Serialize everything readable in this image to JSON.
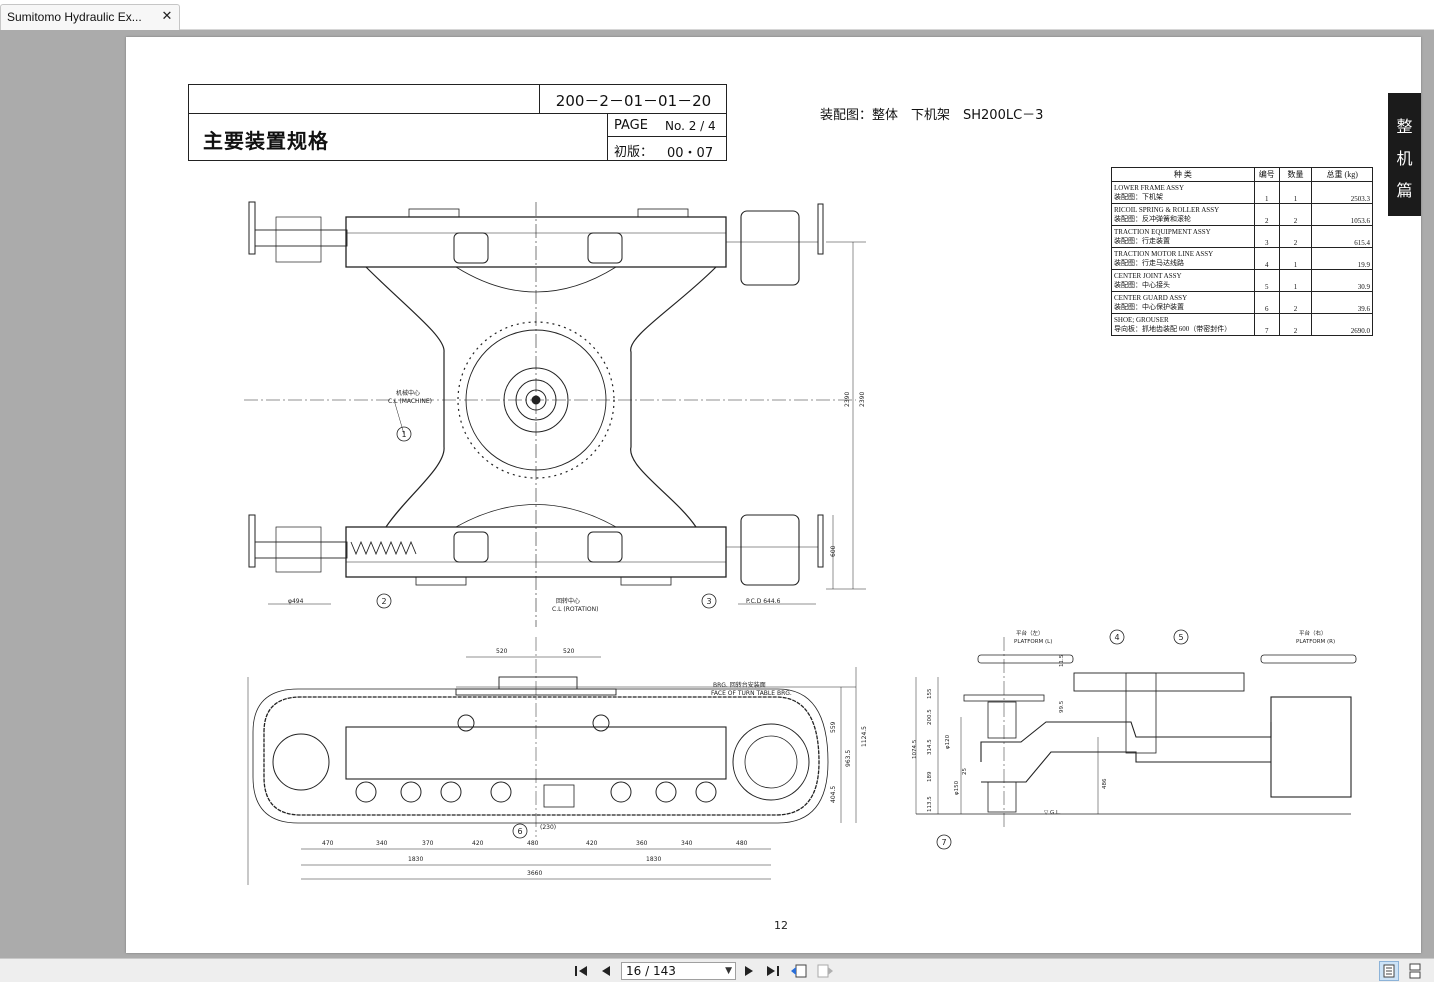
{
  "tab": {
    "title": "Sumitomo Hydraulic Ex...",
    "close_glyph": "✕"
  },
  "document": {
    "doc_number": "200－2－01－01－20",
    "title": "主要装置规格",
    "page_label": "PAGE",
    "page_no": "No.  2 / 4",
    "edition_label": "初版：",
    "edition": "00・07",
    "assembly_caption": "装配图：整体　下机架　SH200LC－3",
    "side_tab": [
      "整",
      "机",
      "篇"
    ],
    "page_number": "12"
  },
  "parts_table": {
    "headers": [
      "种 类",
      "编号",
      "数量",
      "总重 (kg)"
    ],
    "rows": [
      {
        "name_en": "LOWER FRAME ASSY",
        "name_cn": "装配图：下机架",
        "no": "1",
        "qty": "1",
        "weight": "2503.3"
      },
      {
        "name_en": "RICOIL SPRING & ROLLER ASSY",
        "name_cn": "装配图：反冲弹簧和滚轮",
        "no": "2",
        "qty": "2",
        "weight": "1053.6"
      },
      {
        "name_en": "TRACTION EQUIPMENT ASSY",
        "name_cn": "装配图：行走装置",
        "no": "3",
        "qty": "2",
        "weight": "615.4"
      },
      {
        "name_en": "TRACTION MOTOR LINE ASSY",
        "name_cn": "装配图：行走马达线路",
        "no": "4",
        "qty": "1",
        "weight": "19.9"
      },
      {
        "name_en": "CENTER JOINT ASSY",
        "name_cn": "装配图：中心接头",
        "no": "5",
        "qty": "1",
        "weight": "30.9"
      },
      {
        "name_en": "CENTER GUARD ASSY",
        "name_cn": "装配图：中心保护装置",
        "no": "6",
        "qty": "2",
        "weight": "39.6"
      },
      {
        "name_en": "SHOE; GROUSER",
        "name_cn": "导向板：抓地齿装配 600（带密封件）",
        "no": "7",
        "qty": "2",
        "weight": "2690.0"
      }
    ]
  },
  "drawing": {
    "cl_machine_cn": "机械中心",
    "cl_machine_en": "C.L (MACHINE)",
    "cl_rotation_cn": "回转中心",
    "cl_rotation_en": "C.L (ROTATION)",
    "dim_phi494": "φ494",
    "dim_pcd": "P.C.D 644.6",
    "dim_2390a": "2390",
    "dim_2390b": "2390",
    "dim_600": "600",
    "brg_note": "BRG. 回转台安装面",
    "brg_note_en": "FACE OF TURN TABLE BRG.",
    "dim_520a": "520",
    "dim_520b": "520",
    "dim_230": "(230)",
    "bottom_dims": [
      "470",
      "340",
      "370",
      "420",
      "480",
      "420",
      "360",
      "340",
      "480"
    ],
    "dim_1830a": "1830",
    "dim_1830b": "1830",
    "dim_3660": "3660",
    "side_dims": [
      "559",
      "963.5",
      "1124.5",
      "404.5"
    ],
    "platform_left": "平台（左）",
    "platform_left_en": "PLATFORM (L)",
    "platform_right": "平台（右）",
    "platform_right_en": "PLATFORM (R)",
    "gl": "▽ G.L.",
    "callouts": [
      "1",
      "2",
      "3",
      "4",
      "5",
      "6",
      "7"
    ],
    "rear_dims": [
      "11.5",
      "99.5",
      "155",
      "200.5",
      "314.5",
      "189",
      "113.5",
      "1074.5",
      "486"
    ],
    "rear_dims_phi": [
      "φ120",
      "φ150",
      "25"
    ]
  },
  "toolbar": {
    "page_field": "16 / 143"
  }
}
